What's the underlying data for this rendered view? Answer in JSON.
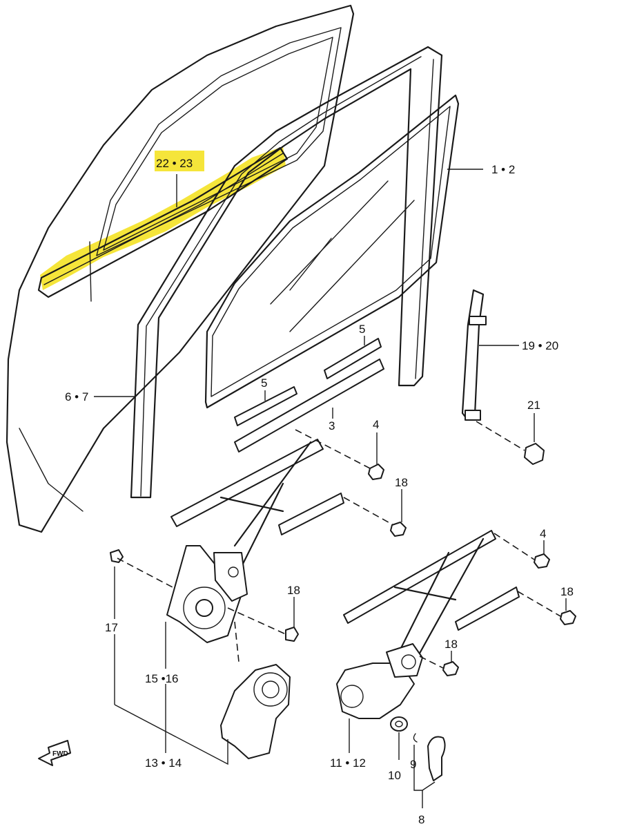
{
  "highlight_color": "#f5e53a",
  "callouts": {
    "c_1_2": "1 • 2",
    "c_3": "3",
    "c_4a": "4",
    "c_4b": "4",
    "c_5a": "5",
    "c_5b": "5",
    "c_6_7": "6 • 7",
    "c_8": "8",
    "c_9": "9",
    "c_10": "10",
    "c_11_12": "11 • 12",
    "c_13_14": "13 • 14",
    "c_15_16": "15 •16",
    "c_17": "17",
    "c_18a": "18",
    "c_18b": "18",
    "c_18c": "18",
    "c_18d": "18",
    "c_19_20": "19 • 20",
    "c_21": "21",
    "c_22_23": "22 • 23"
  },
  "fwd_label": "FWD"
}
